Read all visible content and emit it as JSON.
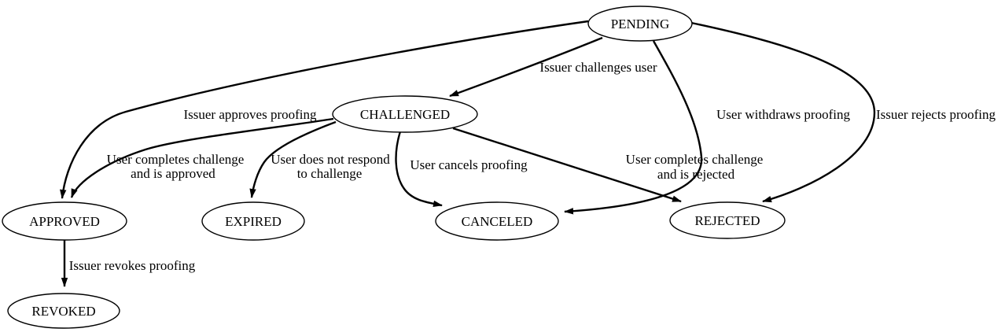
{
  "diagram": {
    "type": "state-transition-graph",
    "colors": {
      "background": "#ffffff",
      "node_fill": "#ffffff",
      "stroke": "#000000",
      "text": "#000000"
    },
    "nodes": [
      {
        "id": "pending",
        "label": "PENDING"
      },
      {
        "id": "challenged",
        "label": "CHALLENGED"
      },
      {
        "id": "approved",
        "label": "APPROVED"
      },
      {
        "id": "expired",
        "label": "EXPIRED"
      },
      {
        "id": "canceled",
        "label": "CANCELED"
      },
      {
        "id": "rejected",
        "label": "REJECTED"
      },
      {
        "id": "revoked",
        "label": "REVOKED"
      }
    ],
    "edges": [
      {
        "from": "PENDING",
        "to": "CHALLENGED",
        "lines": [
          "Issuer challenges user"
        ]
      },
      {
        "from": "PENDING",
        "to": "APPROVED",
        "lines": [
          "Issuer approves proofing"
        ]
      },
      {
        "from": "PENDING",
        "to": "CANCELED",
        "lines": [
          "User withdraws proofing"
        ]
      },
      {
        "from": "PENDING",
        "to": "REJECTED",
        "lines": [
          "Issuer rejects proofing"
        ]
      },
      {
        "from": "CHALLENGED",
        "to": "APPROVED",
        "lines": [
          "User completes challenge",
          "and is approved"
        ]
      },
      {
        "from": "CHALLENGED",
        "to": "EXPIRED",
        "lines": [
          "User does not respond",
          "to challenge"
        ]
      },
      {
        "from": "CHALLENGED",
        "to": "CANCELED",
        "lines": [
          "User cancels proofing"
        ]
      },
      {
        "from": "CHALLENGED",
        "to": "REJECTED",
        "lines": [
          "User completes challenge",
          "and is rejected"
        ]
      },
      {
        "from": "APPROVED",
        "to": "REVOKED",
        "lines": [
          "Issuer revokes proofing"
        ]
      }
    ]
  }
}
